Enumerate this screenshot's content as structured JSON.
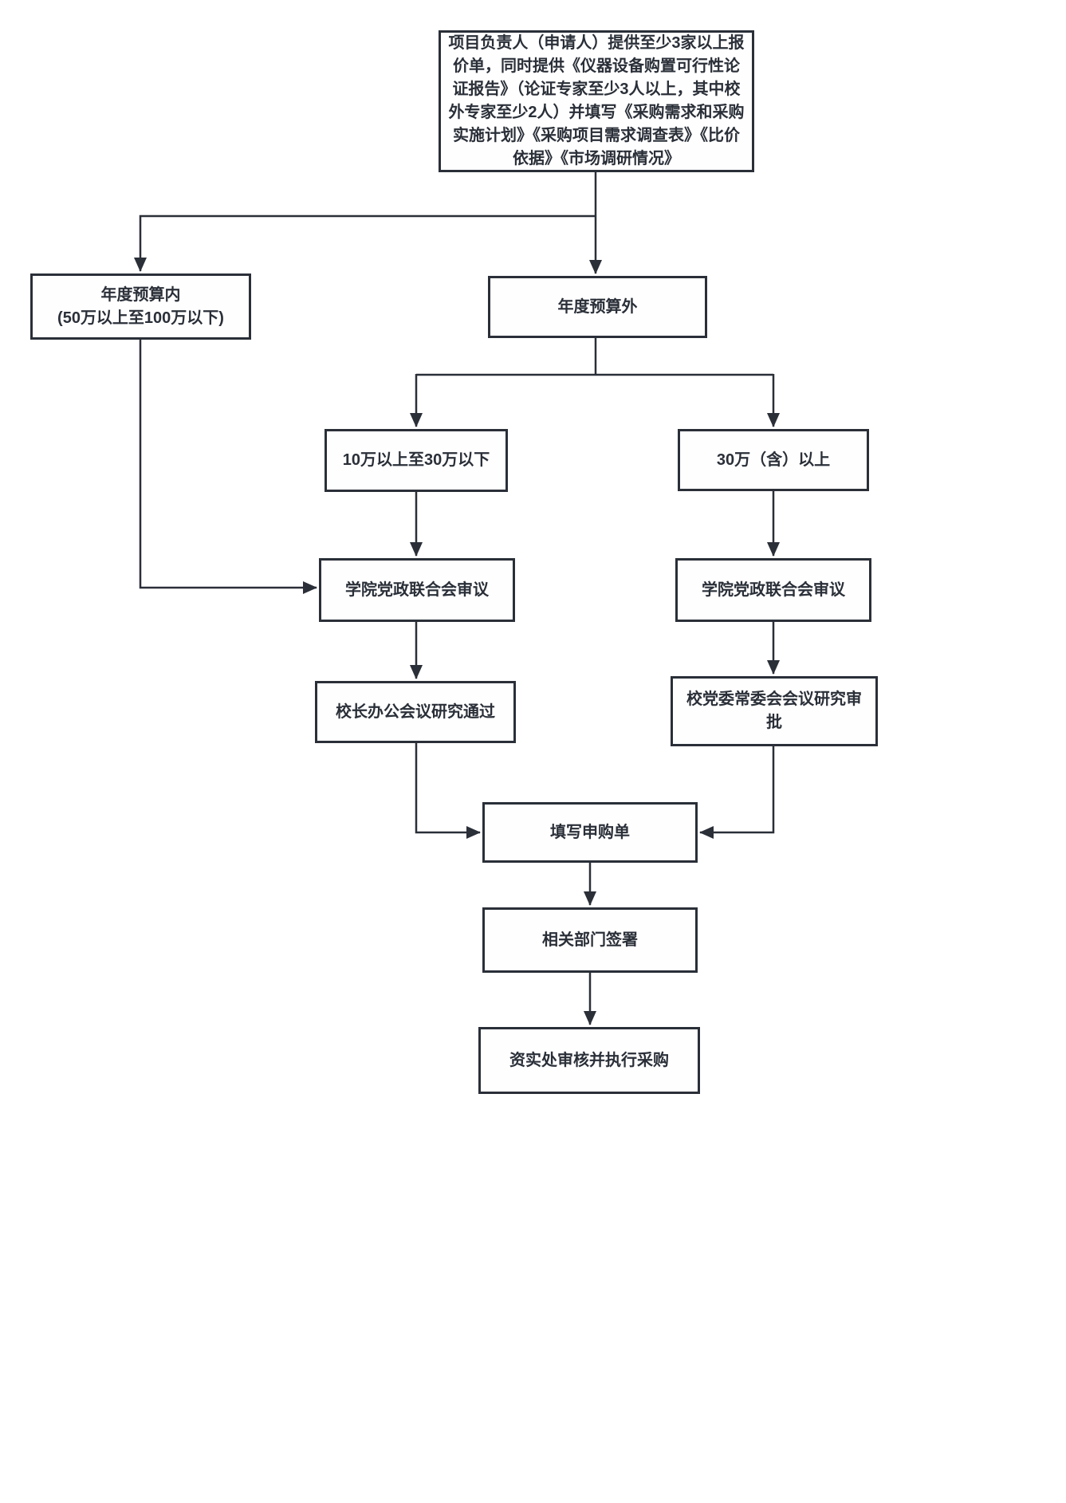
{
  "diagram": {
    "type": "flowchart",
    "colors": {
      "box_border": "#2a2f38",
      "line": "#2a2f38",
      "text": "#2a2f38",
      "background": "#ffffff"
    },
    "nodes": {
      "start": {
        "label": "项目负责人（申请人）提供至少3家以上报价单，同时提供《仪器设备购置可行性论证报告》（论证专家至少3人以上，其中校外专家至少2人）并填写《采购需求和采购实施计划》《采购项目需求调查表》《比价依据》《市场调研情况》"
      },
      "within_budget": {
        "label": "年度预算内\n(50万以上至100万以下)"
      },
      "beyond_budget": {
        "label": "年度预算外"
      },
      "range_10_to_30": {
        "label": "10万以上至30万以下"
      },
      "range_30_plus": {
        "label": "30万（含）以上"
      },
      "college_review_left": {
        "label": "学院党政联合会审议"
      },
      "college_review_right": {
        "label": "学院党政联合会审议"
      },
      "president_meeting": {
        "label": "校长办公会议研究通过"
      },
      "party_committee": {
        "label": "校党委常委会会议研究审批"
      },
      "fill_requisition": {
        "label": "填写申购单"
      },
      "department_sign": {
        "label": "相关部门签署"
      },
      "asset_office_execute": {
        "label": "资实处审核并执行采购"
      }
    }
  }
}
